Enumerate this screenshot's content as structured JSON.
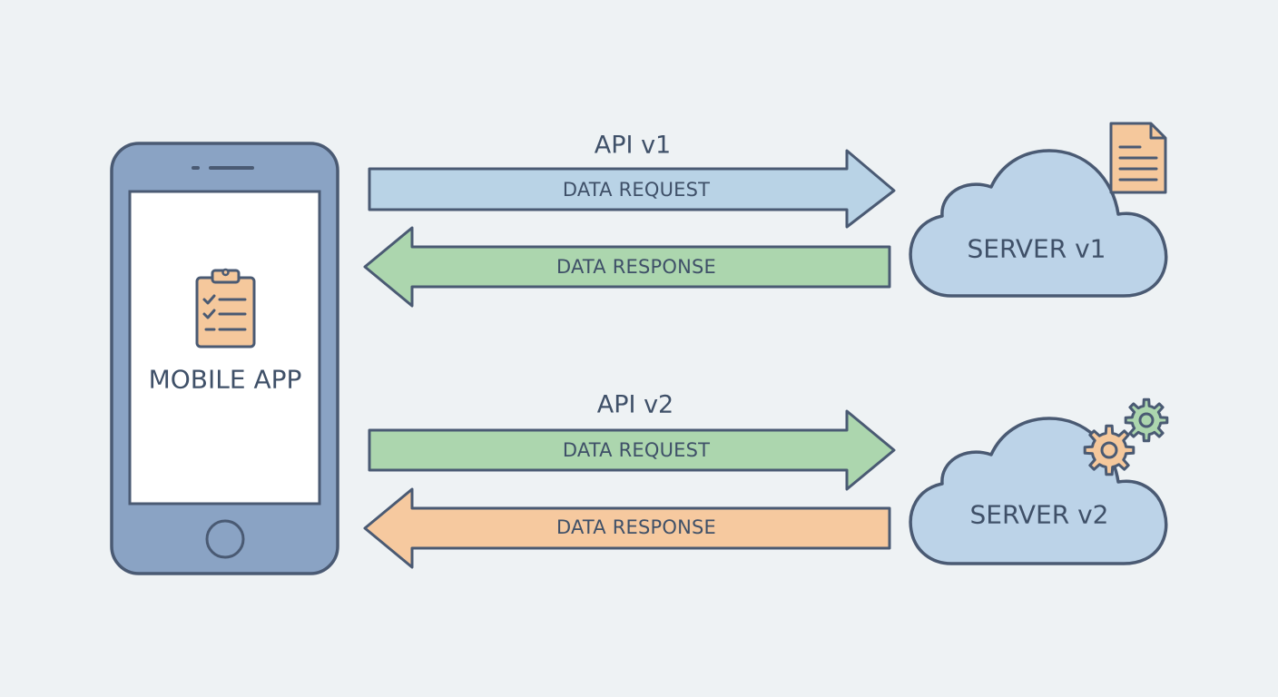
{
  "colors": {
    "background": "#eef2f4",
    "outline": "#4a5a73",
    "text": "#3f5068",
    "phone_body": "#8aa3c4",
    "phone_screen": "#ffffff",
    "request_v1": "#b9d3e6",
    "response_v1": "#acd6ae",
    "request_v2": "#acd6ae",
    "response_v2": "#f6c99f",
    "cloud": "#bcd3e8",
    "document": "#f5c89c",
    "gear_orange": "#f5c89c",
    "gear_green": "#acd6ae"
  },
  "mobile": {
    "label": "MOBILE APP",
    "icon": "clipboard-checklist-icon"
  },
  "api_v1": {
    "title": "API v1",
    "request_label": "DATA REQUEST",
    "response_label": "DATA RESPONSE"
  },
  "api_v2": {
    "title": "API v2",
    "request_label": "DATA REQUEST",
    "response_label": "DATA RESPONSE"
  },
  "server_v1": {
    "label": "SERVER v1",
    "icon": "document-icon"
  },
  "server_v2": {
    "label": "SERVER v2",
    "icon": "gears-icon"
  }
}
